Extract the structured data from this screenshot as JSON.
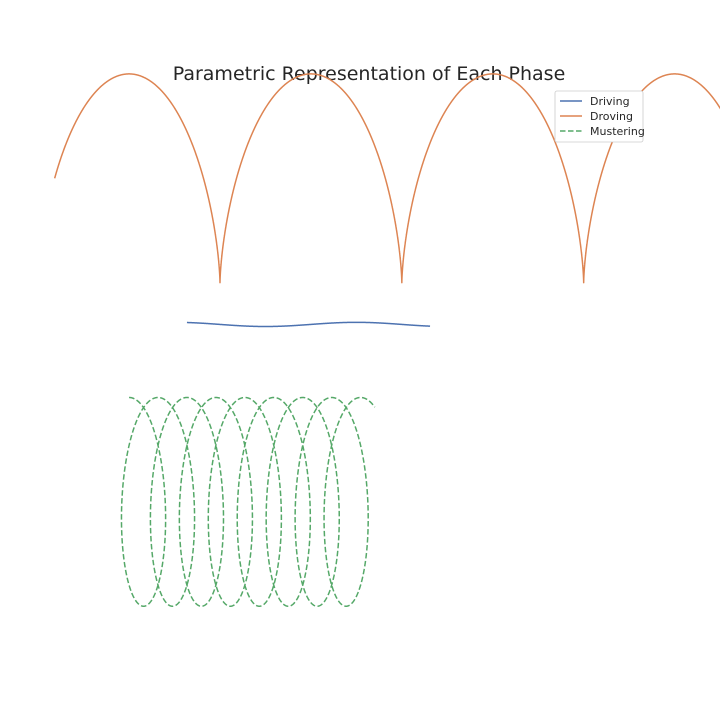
{
  "chart_data": {
    "type": "line",
    "title": "Parametric Representation of Each Phase",
    "xlabel": "",
    "ylabel": "",
    "grid": false,
    "axes_visible": false,
    "legend_placement": "top-right",
    "xlim": [
      -1.35,
      18.0
    ],
    "ylim": [
      -3.1,
      2.15
    ],
    "series": [
      {
        "name": "Driving",
        "color": "#4c72b0",
        "linestyle": "solid",
        "parametric": {
          "x": "t",
          "y": "0.02*sin(t)",
          "t_range": [
            2.0,
            10.4
          ],
          "t_step": 0.01
        }
      },
      {
        "name": "Droving",
        "color": "#dd8452",
        "linestyle": "solid",
        "parametric": {
          "x": "t + sin(t)",
          "y": "1.4 + cos(t)",
          "t_range": [
            -1.5708,
            98.5
          ],
          "t_step": 0.005
        }
      },
      {
        "name": "Mustering",
        "color": "#55a868",
        "linestyle": "dashed",
        "parametric": {
          "x": "t/(2*pi) + sin(t)",
          "y": "-1.7 + cos(t)",
          "t_range": [
            0.0,
            50.7
          ],
          "t_step": 0.01
        }
      }
    ]
  }
}
